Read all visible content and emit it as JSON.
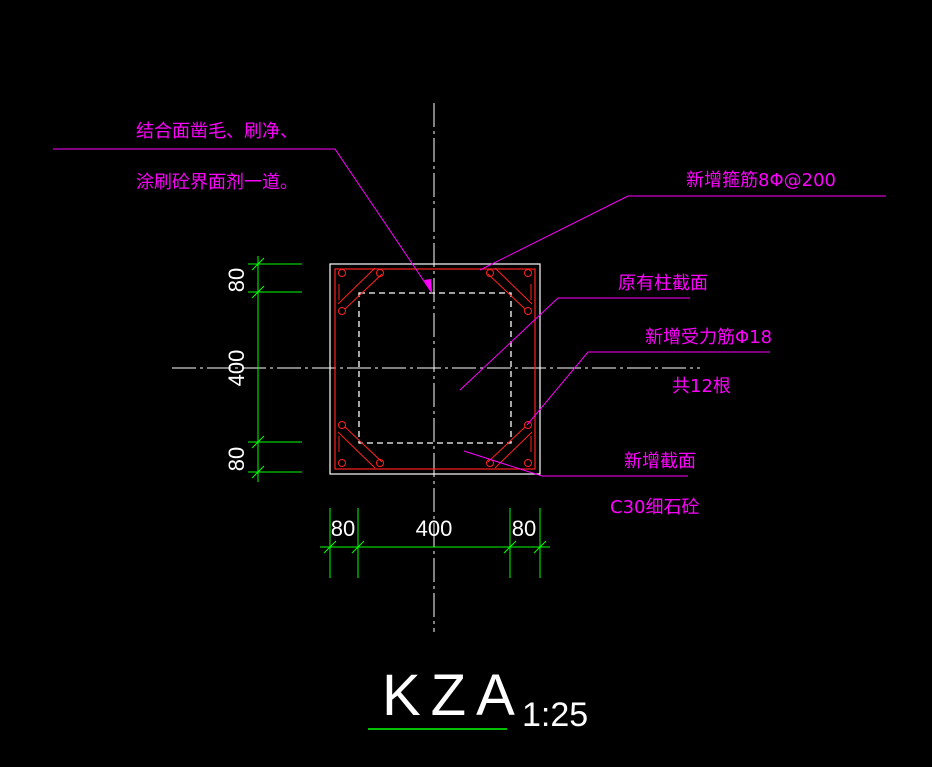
{
  "annotations": {
    "joint_line1": "结合面凿毛、刷净、",
    "joint_line2": "涂刷砼界面剂一道。",
    "stirrup": "新增箍筋8Φ@200",
    "original_section": "原有柱截面",
    "new_rebar_line1": "新增受力筋Φ18",
    "new_rebar_line2": "共12根",
    "new_section_line1": "新增截面",
    "new_section_line2": "C30细石砼"
  },
  "dimensions": {
    "vertical": [
      "80",
      "400",
      "80"
    ],
    "horizontal": [
      "80",
      "400",
      "80"
    ]
  },
  "title": {
    "label": "KZA",
    "scale": "1:25"
  },
  "colors": {
    "background": "#000000",
    "annotation": "#ff00ff",
    "dimension": "#00ff00",
    "dimension_text": "#ffffff",
    "rebar": "#ff2020",
    "centerline": "#ffffff",
    "title": "#ffffff",
    "title_underline": "#00ff00"
  }
}
